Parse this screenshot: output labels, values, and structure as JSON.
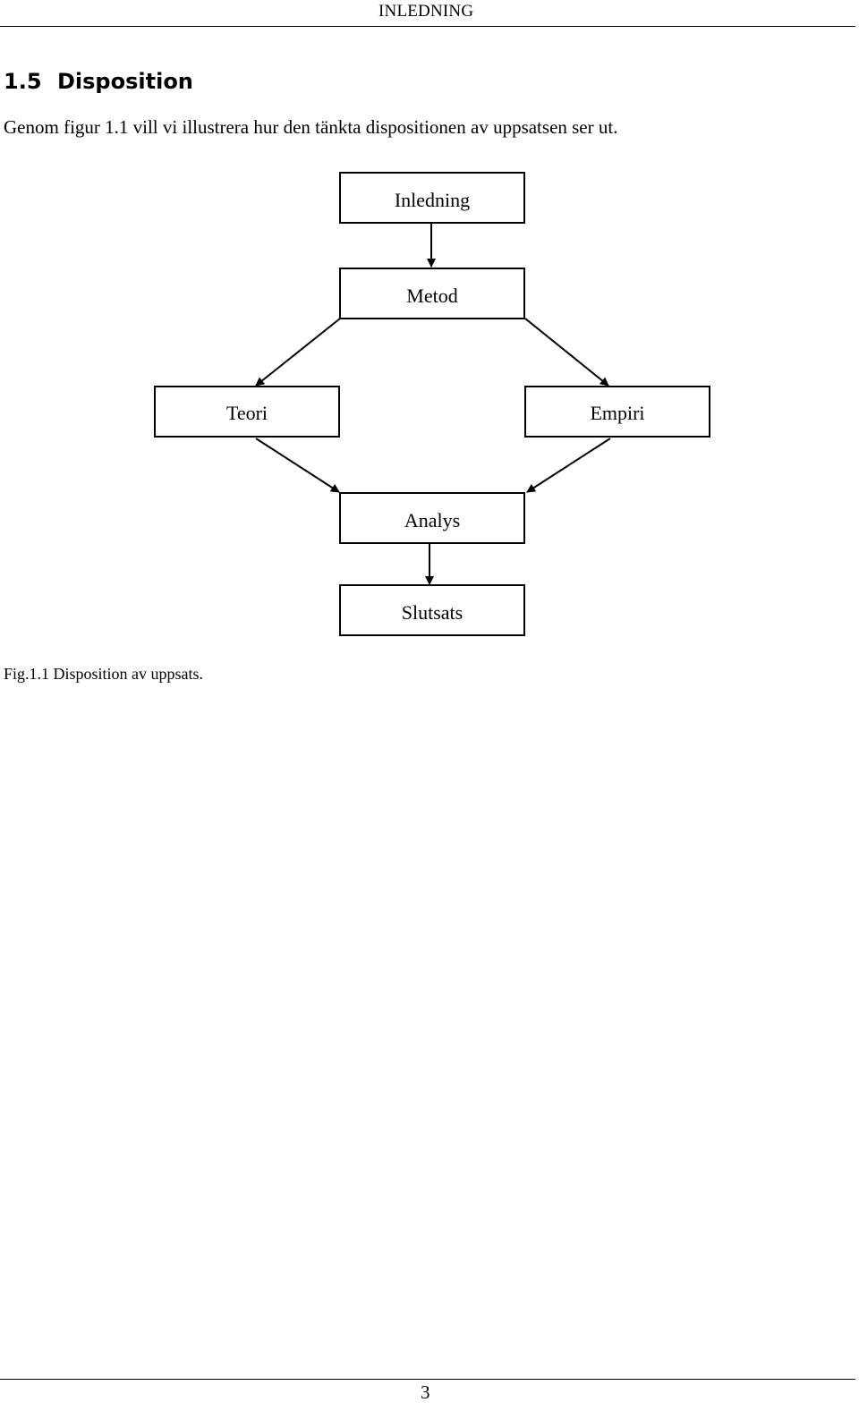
{
  "header": {
    "running_title": "INLEDNING"
  },
  "section": {
    "number": "1.5",
    "title": "Disposition"
  },
  "paragraph": "Genom figur 1.1 vill vi illustrera hur den tänkta dispositionen av uppsatsen ser ut.",
  "diagram": {
    "nodes": {
      "inledning": "Inledning",
      "metod": "Metod",
      "teori": "Teori",
      "empiri": "Empiri",
      "analys": "Analys",
      "slutsats": "Slutsats"
    },
    "edges": [
      [
        "inledning",
        "metod"
      ],
      [
        "metod",
        "teori"
      ],
      [
        "metod",
        "empiri"
      ],
      [
        "teori",
        "analys"
      ],
      [
        "empiri",
        "analys"
      ],
      [
        "analys",
        "slutsats"
      ]
    ]
  },
  "caption": "Fig.1.1 Disposition av uppsats.",
  "footer": {
    "page_number": "3"
  }
}
